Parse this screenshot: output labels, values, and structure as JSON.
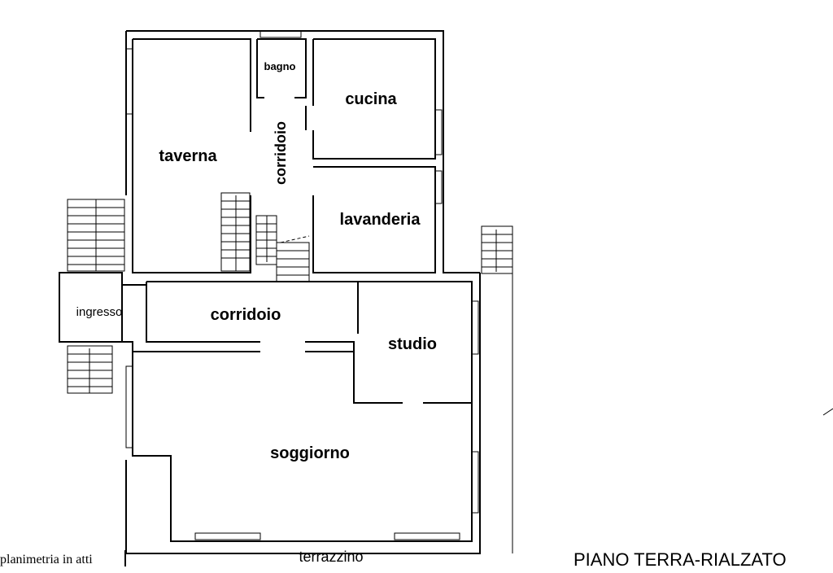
{
  "rooms": {
    "bagno": "bagno",
    "cucina": "cucina",
    "corridoio_upper": "corridoio",
    "taverna": "taverna",
    "lavanderia": "lavanderia",
    "ingresso": "ingresso",
    "corridoio_lower": "corridoio",
    "studio": "studio",
    "soggiorno": "soggiorno",
    "terrazzino": "terrazzino"
  },
  "caption": "planimetria in atti",
  "floor_title": "PIANO TERRA-RIALZATO",
  "colors": {
    "line": "#000000",
    "background": "#ffffff"
  }
}
